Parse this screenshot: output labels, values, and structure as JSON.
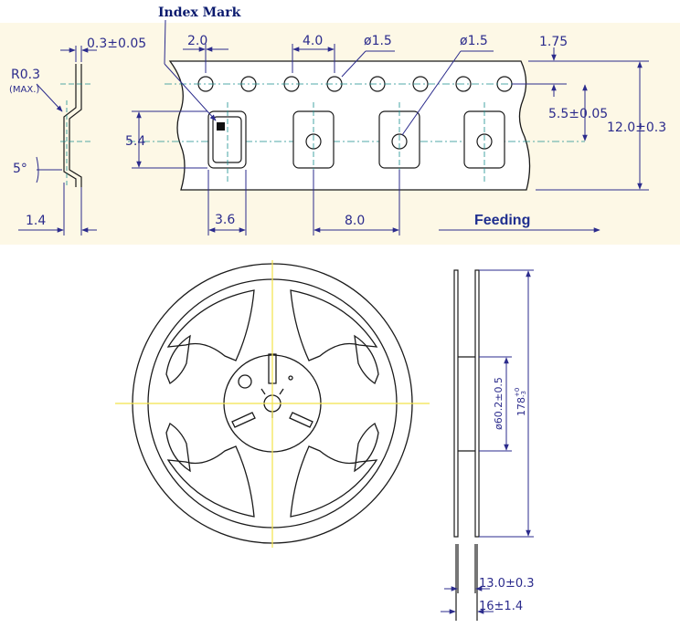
{
  "tape": {
    "index_mark": "Index Mark",
    "dims": {
      "thickness": "0.3±0.05",
      "radius": "R0.3",
      "radius_note": "(MAX.)",
      "angle": "5°",
      "depth": "1.4",
      "hole_edge": "2.0",
      "hole_pitch": "4.0",
      "hole_dia_1": "ø1.5",
      "hole_dia_2": "ø1.5",
      "edge_offset": "1.75",
      "pocket_offset": "5.5±0.05",
      "tape_width": "12.0±0.3",
      "pocket_len": "5.4",
      "pocket_width": "3.6",
      "pocket_pitch": "8.0"
    },
    "feeding": "Feeding"
  },
  "reel": {
    "hub_dia": "ø60.2±0.5",
    "reel_dia": "178",
    "reel_dia_tol_upper": "+0",
    "reel_dia_tol_lower": "-3",
    "inner_width": "13.0±0.3",
    "outer_width": "16±1.4"
  },
  "colors": {
    "line": "#1a1a1a",
    "dimension": "#2b2b8c",
    "centerline": "#1a8f8f",
    "reel_center": "#f2e24a",
    "panel": "#fdf8e6"
  }
}
